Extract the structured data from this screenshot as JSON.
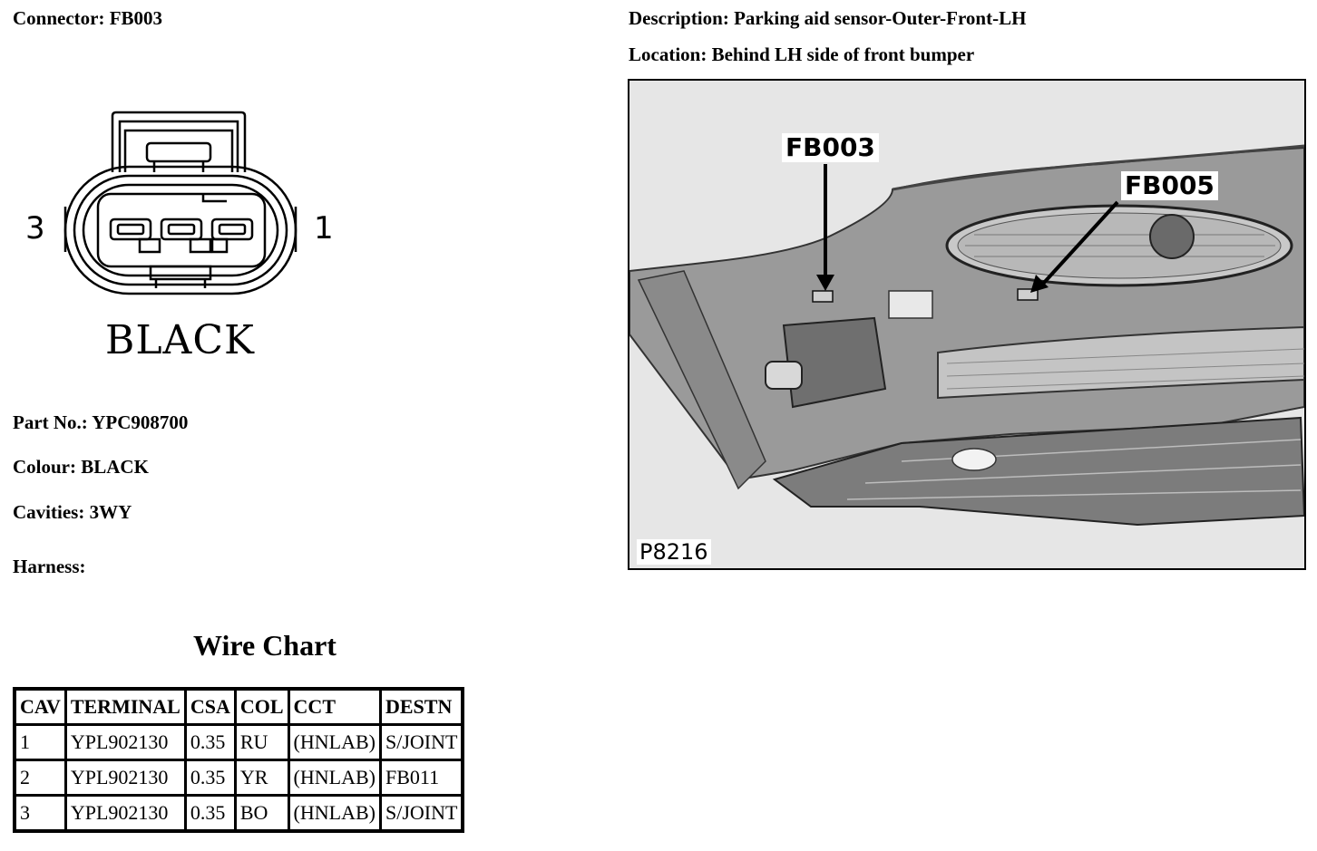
{
  "header": {
    "connector": "Connector: FB003",
    "description": "Description: Parking aid sensor-Outer-Front-LH",
    "location": "Location: Behind LH side of front bumper"
  },
  "connector_diagram": {
    "left_label": "3",
    "right_label": "1",
    "colour_caption": "BLACK"
  },
  "details": {
    "part_no": "Part No.: YPC908700",
    "colour": "Colour: BLACK",
    "cavities": "Cavities: 3WY",
    "harness": "Harness:"
  },
  "photo": {
    "callout_primary": "FB003",
    "callout_secondary": "FB005",
    "reference": "P8216"
  },
  "wire_chart": {
    "title": "Wire Chart",
    "columns": [
      "CAV",
      "TERMINAL",
      "CSA",
      "COL",
      "CCT",
      "DESTN"
    ],
    "rows": [
      [
        "1",
        "YPL902130",
        "0.35",
        "RU",
        "(HNLAB)",
        "S/JOINT"
      ],
      [
        "2",
        "YPL902130",
        "0.35",
        "YR",
        "(HNLAB)",
        "FB011"
      ],
      [
        "3",
        "YPL902130",
        "0.35",
        "BO",
        "(HNLAB)",
        "S/JOINT"
      ]
    ]
  }
}
